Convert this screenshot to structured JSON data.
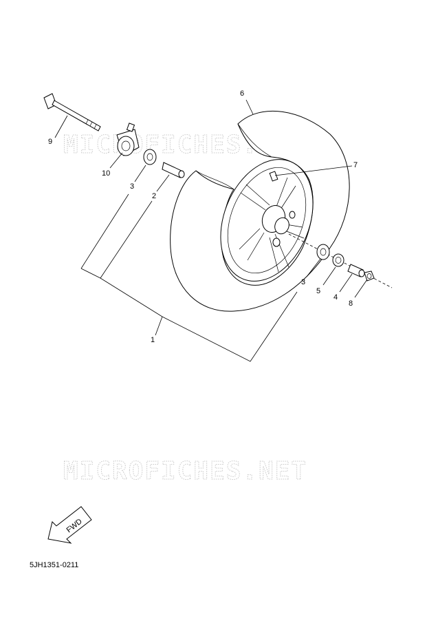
{
  "watermark": "MICROFICHES.NET",
  "diagram_code": "5JH1351-0211",
  "fwd_label": "FWD",
  "callouts": {
    "c1": "1",
    "c2": "2",
    "c3a": "3",
    "c3b": "3",
    "c4": "4",
    "c5": "5",
    "c6": "6",
    "c7": "7",
    "c8": "8",
    "c9": "9",
    "c10": "10"
  }
}
